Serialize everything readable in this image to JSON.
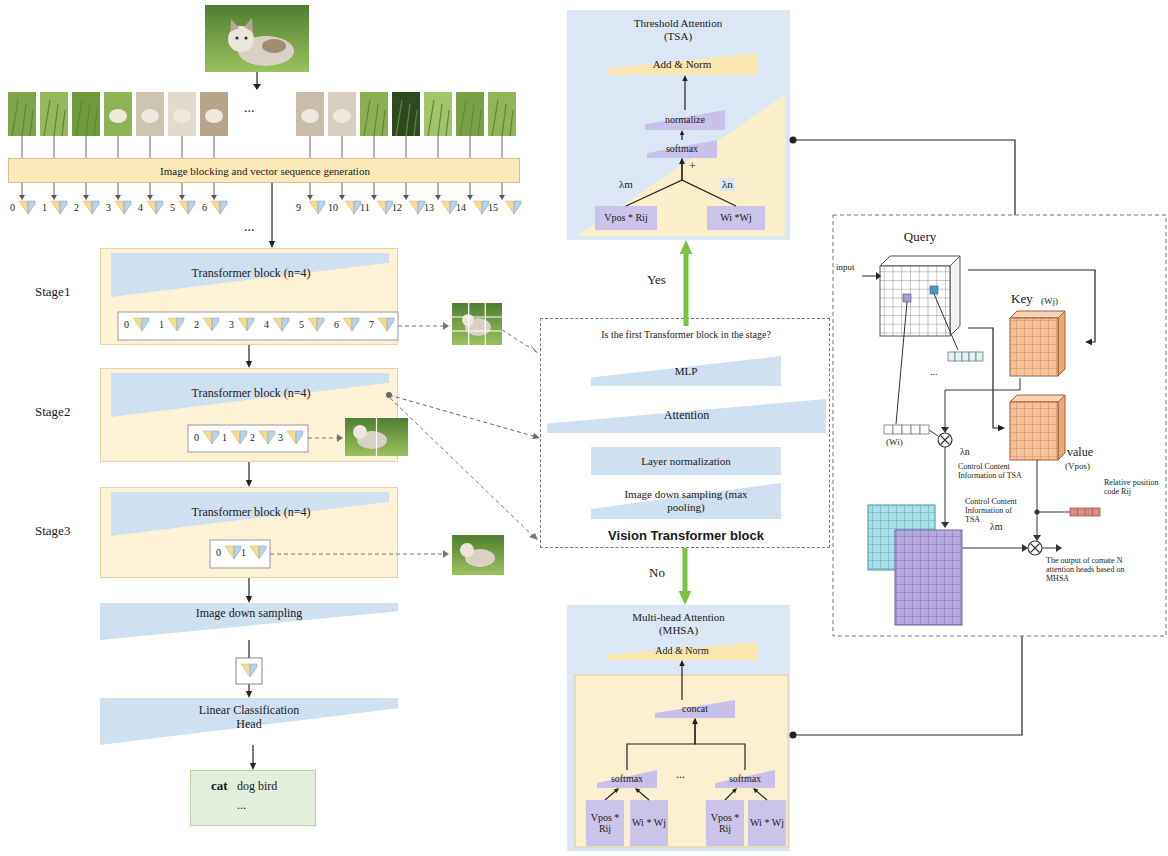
{
  "diagram": {
    "nodes": [
      {
        "text": [
          "Image blocking and vector sequence generation"
        ]
      },
      {
        "text": [
          "Stage1"
        ]
      },
      {
        "text": [
          "Transformer block (n=4)"
        ],
        "in": 1
      },
      {
        "text": [
          "Stage2"
        ]
      },
      {
        "text": [
          "Transformer block (n=4)"
        ],
        "in": 3
      },
      {
        "text": [
          "Stage3"
        ]
      },
      {
        "text": [
          "Transformer block (n=4)"
        ],
        "in": 5
      },
      {
        "text": [
          "Image down sampling"
        ]
      },
      {
        "text": [
          "Linear Classification Head"
        ]
      },
      {
        "text": [
          "cat",
          "dog bird",
          "..."
        ]
      },
      {
        "text": [
          "Vision Transformer block"
        ]
      },
      {
        "text": [
          "Is the first Transformer block in the stage?"
        ],
        "in": 10
      },
      {
        "text": [
          "MLP"
        ],
        "in": 10
      },
      {
        "text": [
          "Attention"
        ],
        "in": 10
      },
      {
        "text": [
          "Layer normalization"
        ],
        "in": 10
      },
      {
        "text": [
          "Image down sampling (max pooling)"
        ],
        "in": 10
      },
      {
        "text": [
          "Threshold Attention (TSA)"
        ]
      },
      {
        "text": [
          "Add & Norm"
        ],
        "in": 16
      },
      {
        "text": [
          "normalize"
        ],
        "in": 16
      },
      {
        "text": [
          "softmax"
        ],
        "in": 16
      },
      {
        "text": [
          "Vpos * Rij"
        ],
        "in": 16
      },
      {
        "text": [
          "Wi *Wj"
        ],
        "in": 16
      },
      {
        "text": [
          "Multi-head Attention (MHSA)"
        ]
      },
      {
        "text": [
          "Add & Norm"
        ],
        "in": 22
      },
      {
        "text": [
          "concat"
        ],
        "in": 22
      },
      {
        "text": [
          "softmax"
        ],
        "in": 22
      },
      {
        "text": [
          "softmax"
        ],
        "in": 22
      },
      {
        "text": [
          "Vpos * Rij"
        ],
        "in": 22
      },
      {
        "text": [
          "Wi * Wj"
        ],
        "in": 22
      },
      {
        "text": [
          "Vpos * Rij"
        ],
        "in": 22
      },
      {
        "text": [
          "Wi * Wj"
        ],
        "in": 22
      },
      {
        "text": [
          "Query"
        ]
      },
      {
        "text": [
          "Key",
          "(Wj)"
        ]
      },
      {
        "text": [
          "value",
          "(Vpos)"
        ]
      }
    ],
    "edges": [
      {
        "from": 0,
        "to": 1,
        "arrow": "to"
      },
      {
        "from": 1,
        "to": 3,
        "arrow": "to"
      },
      {
        "from": 3,
        "to": 5,
        "arrow": "to"
      },
      {
        "from": 5,
        "to": 7,
        "arrow": "to"
      },
      {
        "from": 7,
        "to": 8,
        "arrow": "to"
      },
      {
        "from": 8,
        "to": 9,
        "arrow": "to"
      },
      {
        "from": 4,
        "to": 10,
        "arrow": "to"
      },
      {
        "from": 11,
        "to": 16,
        "label": "Yes",
        "arrow": "to"
      },
      {
        "from": 10,
        "to": 22,
        "label": "No",
        "arrow": "to"
      },
      {
        "from": 20,
        "to": 19,
        "label": "λm",
        "arrow": "to"
      },
      {
        "from": 21,
        "to": 19,
        "label": "λn",
        "arrow": "to"
      },
      {
        "from": 19,
        "to": 18,
        "arrow": "to"
      },
      {
        "from": 18,
        "to": 17,
        "arrow": "to"
      },
      {
        "from": 27,
        "to": 25,
        "arrow": "to"
      },
      {
        "from": 28,
        "to": 25,
        "arrow": "to"
      },
      {
        "from": 29,
        "to": 26,
        "arrow": "to"
      },
      {
        "from": 30,
        "to": 26,
        "arrow": "to"
      },
      {
        "from": 25,
        "to": 24,
        "arrow": "to"
      },
      {
        "from": 26,
        "to": 24,
        "arrow": "to"
      },
      {
        "from": 24,
        "to": 23,
        "arrow": "to"
      },
      {
        "from": 31,
        "to": 32,
        "arrow": "to"
      },
      {
        "from": 31,
        "to": 33,
        "arrow": "to"
      }
    ],
    "labels": [
      "...",
      "0",
      "1",
      "2",
      "3",
      "4",
      "5",
      "6",
      "9",
      "10",
      "11",
      "12",
      "13",
      "14",
      "15",
      "...",
      "0",
      "1",
      "2",
      "3",
      "4",
      "5",
      "6",
      "7",
      "0",
      "1",
      "2",
      "3",
      "0",
      "1",
      "+",
      "...",
      "input",
      "(Wi)",
      "Control Content Information of TSA",
      "λn",
      "...",
      "Relative position code Rij",
      "Control Content Information of TSA",
      "λm",
      "The output of comate N attention heads based on MHSA"
    ]
  }
}
